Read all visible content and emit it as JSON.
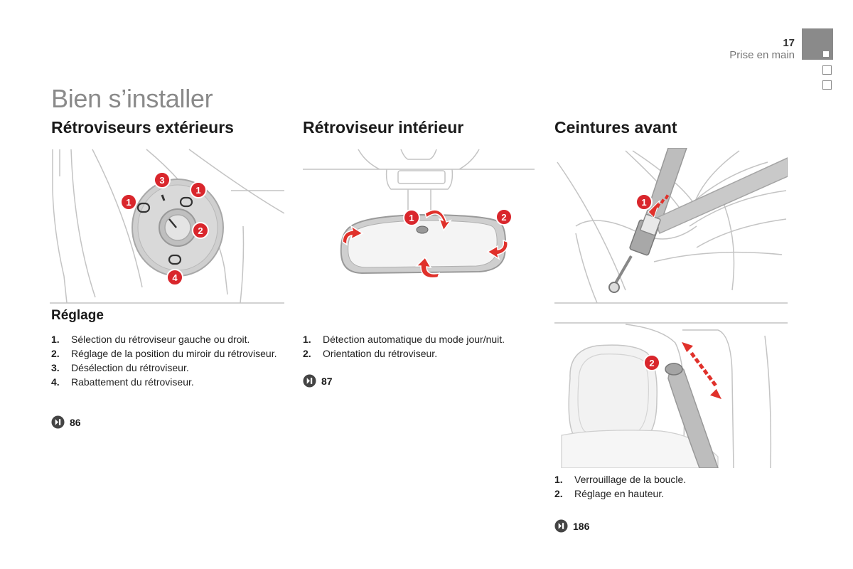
{
  "header": {
    "page_number": "17",
    "chapter": "Prise en main"
  },
  "title": "Bien s’installer",
  "sections": [
    {
      "heading": "Rétroviseurs extérieurs",
      "subheading": "Réglage",
      "items": [
        {
          "num": "1.",
          "text": "Sélection du rétroviseur gauche ou droit."
        },
        {
          "num": "2.",
          "text": "Réglage de la position du miroir du rétroviseur."
        },
        {
          "num": "3.",
          "text": "Désélection du rétroviseur."
        },
        {
          "num": "4.",
          "text": "Rabattement du rétroviseur."
        }
      ],
      "ref_page": "86",
      "callouts": [
        "1",
        "1",
        "2",
        "3",
        "4"
      ]
    },
    {
      "heading": "Rétroviseur intérieur",
      "items": [
        {
          "num": "1.",
          "text": "Détection automatique du mode jour/nuit."
        },
        {
          "num": "2.",
          "text": "Orientation du rétroviseur."
        }
      ],
      "ref_page": "87",
      "callouts": [
        "1",
        "2"
      ]
    },
    {
      "heading": "Ceintures avant",
      "items": [
        {
          "num": "1.",
          "text": "Verrouillage de la boucle."
        },
        {
          "num": "2.",
          "text": "Réglage en hauteur."
        }
      ],
      "ref_page": "186",
      "callouts": [
        "1",
        "2"
      ]
    }
  ],
  "colors": {
    "callout_red": "#d9262c",
    "arrow_red": "#e0312b",
    "title_grey": "#8a8a8a",
    "tab_grey": "#8a8a8a",
    "line_grey": "#bdbdbd"
  },
  "icons": {
    "reference": "play-circle-icon"
  }
}
